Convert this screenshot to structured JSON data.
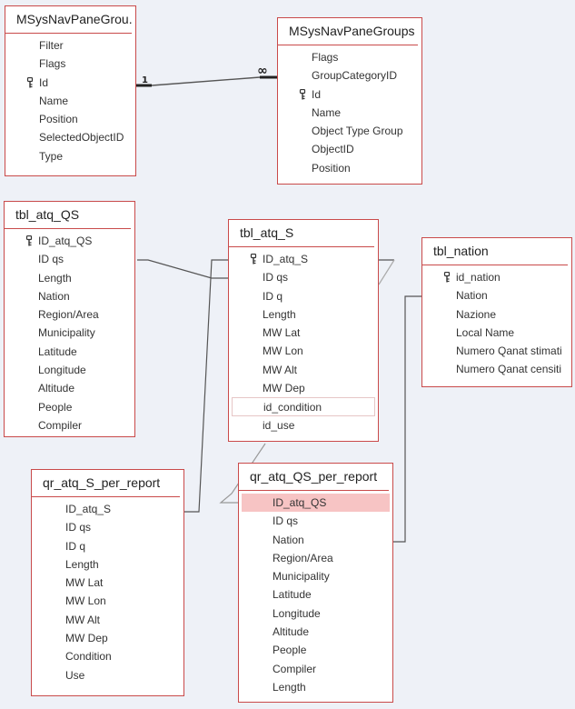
{
  "tables": [
    {
      "name": "MSysNavPaneGrou...",
      "fields": [
        {
          "label": "Filter"
        },
        {
          "label": "Flags"
        },
        {
          "label": "Id",
          "key": true
        },
        {
          "label": "Name"
        },
        {
          "label": "Position"
        },
        {
          "label": "SelectedObjectID"
        },
        {
          "label": "Type"
        }
      ]
    },
    {
      "name": "MSysNavPaneGroups",
      "fields": [
        {
          "label": "Flags"
        },
        {
          "label": "GroupCategoryID"
        },
        {
          "label": "Id",
          "key": true
        },
        {
          "label": "Name"
        },
        {
          "label": "Object Type Group"
        },
        {
          "label": "ObjectID"
        },
        {
          "label": "Position"
        }
      ]
    },
    {
      "name": "tbl_atq_QS",
      "fields": [
        {
          "label": "ID_atq_QS",
          "key": true
        },
        {
          "label": "ID qs"
        },
        {
          "label": "Length"
        },
        {
          "label": "Nation"
        },
        {
          "label": "Region/Area"
        },
        {
          "label": "Municipality"
        },
        {
          "label": "Latitude"
        },
        {
          "label": "Longitude"
        },
        {
          "label": "Altitude"
        },
        {
          "label": "People"
        },
        {
          "label": "Compiler"
        }
      ]
    },
    {
      "name": "tbl_atq_S",
      "fields": [
        {
          "label": "ID_atq_S",
          "key": true
        },
        {
          "label": "ID qs"
        },
        {
          "label": "ID q"
        },
        {
          "label": "Length"
        },
        {
          "label": "MW Lat"
        },
        {
          "label": "MW Lon"
        },
        {
          "label": "MW Alt"
        },
        {
          "label": "MW Dep"
        },
        {
          "label": "id_condition",
          "boxed": true
        },
        {
          "label": "id_use"
        }
      ]
    },
    {
      "name": "tbl_nation",
      "fields": [
        {
          "label": "id_nation",
          "key": true
        },
        {
          "label": "Nation"
        },
        {
          "label": "Nazione"
        },
        {
          "label": "Local Name"
        },
        {
          "label": "Numero Qanat stimati"
        },
        {
          "label": "Numero Qanat censiti"
        }
      ]
    },
    {
      "name": "qr_atq_S_per_report",
      "fields": [
        {
          "label": "ID_atq_S"
        },
        {
          "label": "ID qs"
        },
        {
          "label": "ID q"
        },
        {
          "label": "Length"
        },
        {
          "label": "MW Lat"
        },
        {
          "label": "MW Lon"
        },
        {
          "label": "MW Alt"
        },
        {
          "label": "MW Dep"
        },
        {
          "label": "Condition"
        },
        {
          "label": "Use"
        }
      ]
    },
    {
      "name": "qr_atq_QS_per_report",
      "fields": [
        {
          "label": "ID_atq_QS",
          "selected": true
        },
        {
          "label": "ID qs"
        },
        {
          "label": "Nation"
        },
        {
          "label": "Region/Area"
        },
        {
          "label": "Municipality"
        },
        {
          "label": "Latitude"
        },
        {
          "label": "Longitude"
        },
        {
          "label": "Altitude"
        },
        {
          "label": "People"
        },
        {
          "label": "Compiler"
        },
        {
          "label": "Length"
        }
      ]
    }
  ],
  "relationship": {
    "one_label": "1",
    "many_label": "∞"
  },
  "colors": {
    "border": "#c94a4a",
    "selected_row": "#f7c4c4",
    "line": "#555555"
  }
}
